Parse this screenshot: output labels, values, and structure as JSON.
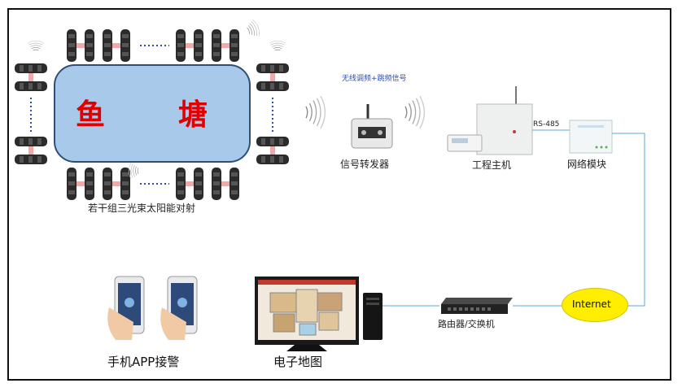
{
  "pond": {
    "char1": "鱼",
    "char2": "塘"
  },
  "labels": {
    "sensors": "若干组三光束太阳能对射",
    "wireless": "无线调频+跳频信号",
    "repeater": "信号转发器",
    "host": "工程主机",
    "rs485": "RS-485",
    "net_module": "网络模块",
    "internet": "Internet",
    "router": "路由器/交换机",
    "app": "手机APP接警",
    "map": "电子地图"
  },
  "icons": {
    "sensor": "beam-sensor-icon",
    "repeater": "signal-repeater-icon",
    "host": "alarm-host-icon",
    "net_module": "network-module-icon",
    "router": "router-switch-icon",
    "monitor": "monitor-icon",
    "phone": "smartphone-icon"
  },
  "colors": {
    "pond_fill": "#a9c9ea",
    "pond_text": "#e10000",
    "internet_fill": "#ffee00",
    "link_line": "#5aa7d6"
  }
}
